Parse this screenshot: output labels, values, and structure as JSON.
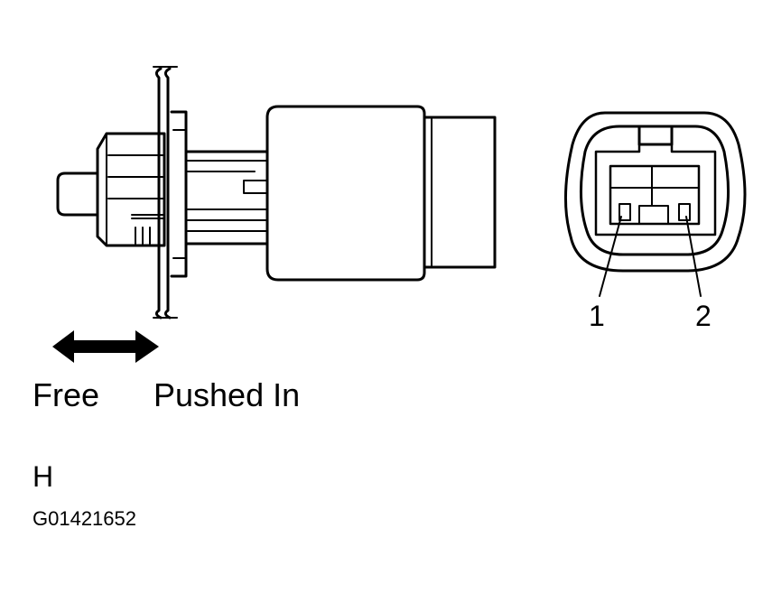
{
  "labels": {
    "free": "Free",
    "pushed_in": "Pushed In",
    "terminal_1": "1",
    "terminal_2": "2",
    "view_code": "H",
    "figure_id": "G01421652"
  },
  "colors": {
    "line": "#000000",
    "background": "#ffffff"
  },
  "icons": {
    "direction_arrow": "double-headed-arrow"
  }
}
